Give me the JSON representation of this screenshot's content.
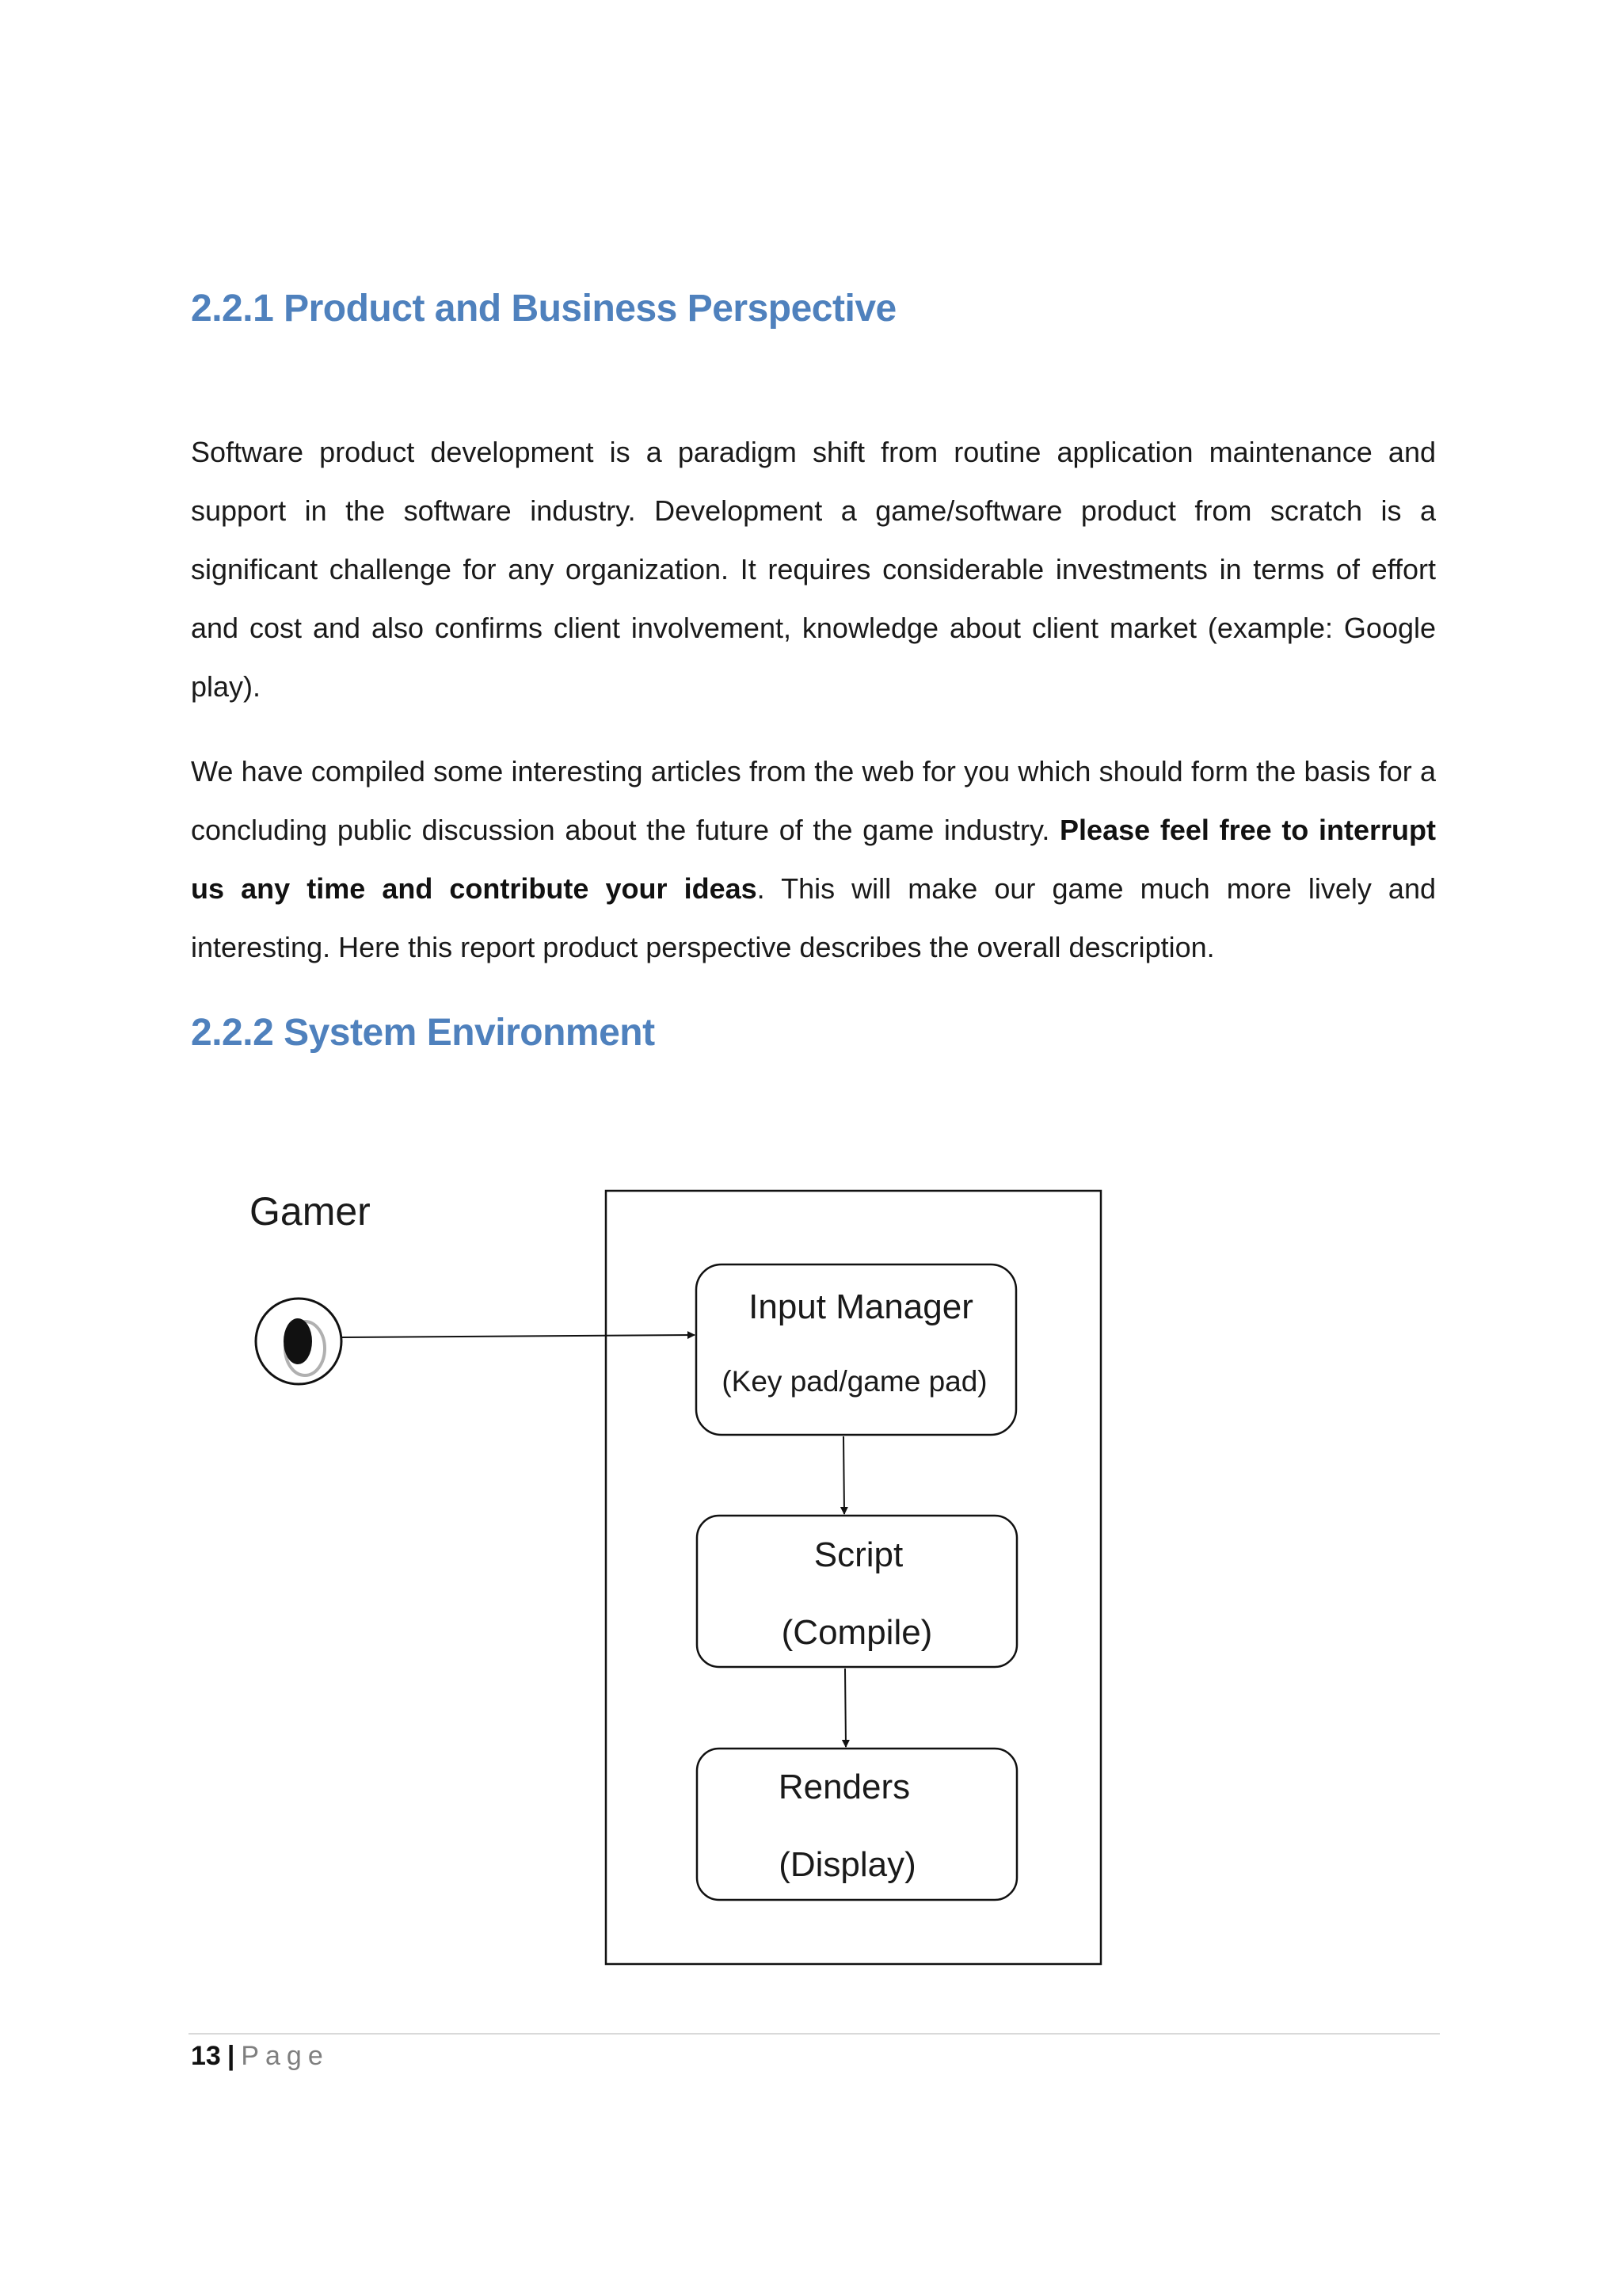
{
  "section1": {
    "heading": "2.2.1 Product and Business Perspective",
    "paragraph1": "Software product development is a paradigm shift from routine application maintenance and support in the software industry. Development a game/software product from scratch is a significant challenge for any organization. It requires considerable investments in terms of effort and cost and also confirms client involvement, knowledge about client market (example: Google play).",
    "paragraph2_start": "We have compiled some interesting articles from the web for you which should form the basis for a concluding public discussion about the future of the game industry. ",
    "paragraph2_bold": "Please feel free to interrupt us any time and contribute your ideas",
    "paragraph2_end": ". This will make our game much more lively and interesting. Here this report product perspective describes the overall description."
  },
  "section2": {
    "heading": "2.2.2 System Environment"
  },
  "diagram": {
    "actor_label": "Gamer",
    "box1": {
      "line1": "Input Manager",
      "line2": "(Key pad/game pad)"
    },
    "box2": {
      "line1": "Script",
      "line2": "(Compile)"
    },
    "box3": {
      "line1": "Renders",
      "line2": "(Display)"
    }
  },
  "footer": {
    "page_number": "13",
    "separator": "|",
    "page_word": "Page"
  }
}
